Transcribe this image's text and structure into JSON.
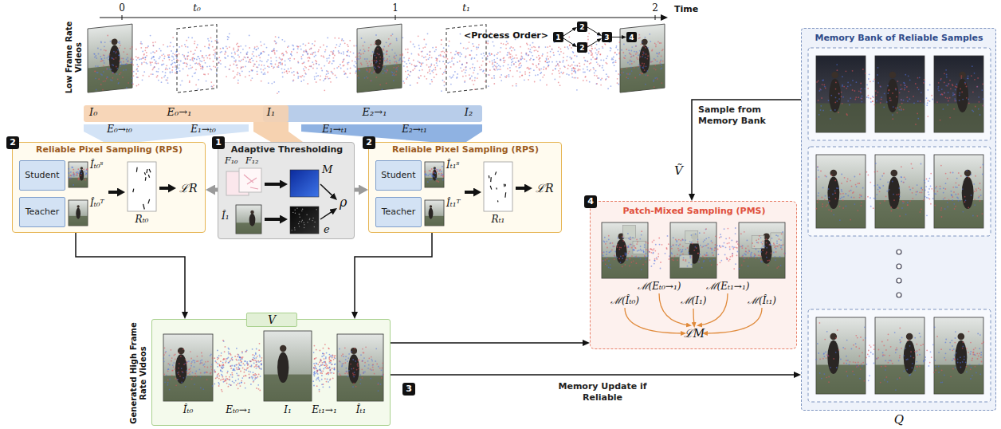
{
  "diagram": {
    "nodes": [
      {
        "text": [
          "1"
        ]
      },
      {
        "text": [
          "2"
        ]
      },
      {
        "text": [
          "2"
        ]
      },
      {
        "text": [
          "3"
        ]
      },
      {
        "text": [
          "4"
        ]
      },
      {
        "text": [
          "Reliable Pixel Sampling (RPS)",
          "Îₜ₀ˢ",
          "Îₜ₀ᵀ",
          "Rₜ₀",
          "ℒR"
        ]
      },
      {
        "text": [
          "2"
        ],
        "in": 5
      },
      {
        "text": [
          "Student"
        ],
        "in": 5
      },
      {
        "text": [
          "Teacher"
        ],
        "in": 5
      },
      {
        "text": [
          "Adaptive Thresholding",
          "F₁₀",
          "F₁₂",
          "M",
          "ρ",
          "Î₁",
          "e"
        ]
      },
      {
        "text": [
          "1"
        ],
        "in": 9
      },
      {
        "text": [
          "Reliable Pixel Sampling (RPS)",
          "Îₜ₁ˢ",
          "Îₜ₁ᵀ",
          "Rₜ₁",
          "ℒR"
        ]
      },
      {
        "text": [
          "2"
        ],
        "in": 11
      },
      {
        "text": [
          "Student"
        ],
        "in": 11
      },
      {
        "text": [
          "Teacher"
        ],
        "in": 11
      },
      {
        "text": [
          "Generated High Frame Rate Videos",
          "V",
          "Îₜ₀",
          "Eₜ₀→₁",
          "I₁",
          "Eₜ₁→₁",
          "Îₜ₁"
        ]
      },
      {
        "text": [
          "3"
        ]
      },
      {
        "text": [
          "Patch-Mixed Sampling (PMS)",
          "ℳ(Îₜ₀)",
          "ℳ(Eₜ₀→₁)",
          "ℳ(I₁)",
          "ℳ(Eₜ₁→₁)",
          "ℳ(Îₜ₁)",
          "ℒM"
        ]
      },
      {
        "text": [
          "4"
        ],
        "in": 17
      },
      {
        "text": [
          "Memory Bank of Reliable Samples",
          "Q"
        ]
      }
    ],
    "edges": [
      {
        "from": 0,
        "to": 1,
        "arrow": "to"
      },
      {
        "from": 0,
        "to": 2,
        "arrow": "to"
      },
      {
        "from": 1,
        "to": 3,
        "arrow": "to"
      },
      {
        "from": 2,
        "to": 3,
        "arrow": "to"
      },
      {
        "from": 3,
        "to": 4,
        "arrow": "to"
      },
      {
        "from": 9,
        "to": 5,
        "arrow": "to"
      },
      {
        "from": 9,
        "to": 11,
        "arrow": "to"
      },
      {
        "from": 5,
        "to": 15,
        "arrow": "to"
      },
      {
        "from": 11,
        "to": 15,
        "arrow": "to"
      },
      {
        "from": 15,
        "to": 17,
        "arrow": "to"
      },
      {
        "from": 15,
        "to": 19,
        "arrow": "to",
        "label": "Memory Update if Reliable"
      },
      {
        "from": 19,
        "to": 17,
        "arrow": "to",
        "label": "Sample from Memory Bank"
      }
    ],
    "labels": [
      "<Process Order>",
      "Low Frame Rate Videos",
      "0",
      "t₀",
      "1",
      "t₁",
      "2",
      "Time",
      "I₀",
      "E₀→₁",
      "I₁",
      "E₂→₁",
      "I₂",
      "E₀→ₜ₀",
      "E₁→ₜ₀",
      "E₁→ₜ₁",
      "E₂→ₜ₁",
      "Ṽ"
    ]
  }
}
